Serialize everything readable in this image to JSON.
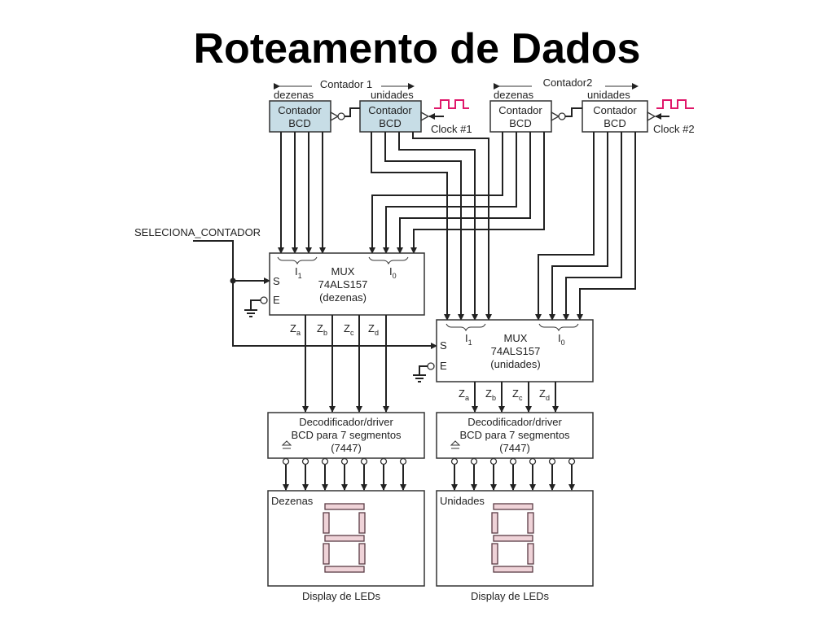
{
  "title": "Roteamento de Dados",
  "contador1": {
    "label": "Contador 1",
    "dezenas": "dezenas",
    "unidades": "unidades"
  },
  "contador2": {
    "label": "Contador2",
    "dezenas": "dezenas",
    "unidades": "unidades"
  },
  "counter": {
    "line1": "Contador",
    "line2": "BCD"
  },
  "clock1": "Clock #1",
  "clock2": "Clock #2",
  "select_signal": "SELECIONA_CONTADOR",
  "mux": {
    "name": "MUX",
    "part": "74ALS157",
    "dezenas_label": "(dezenas)",
    "unidades_label": "(unidades)",
    "i1": "I",
    "i1_sub": "1",
    "i0": "I",
    "i0_sub": "0",
    "s": "S",
    "e": "E",
    "outputs": [
      {
        "z": "Z",
        "sub": "a"
      },
      {
        "z": "Z",
        "sub": "b"
      },
      {
        "z": "Z",
        "sub": "c"
      },
      {
        "z": "Z",
        "sub": "d"
      }
    ]
  },
  "decoder": {
    "line1": "Decodificador/driver",
    "line2": "BCD para 7 segmentos",
    "line3": "(7447)"
  },
  "display": {
    "dezenas": "Dezenas",
    "unidades": "Unidades",
    "caption": "Display de LEDs"
  },
  "colors": {
    "counter_active": "#c7dde6",
    "clock_wave": "#e0176a",
    "segment_fill": "#efd3d8"
  }
}
